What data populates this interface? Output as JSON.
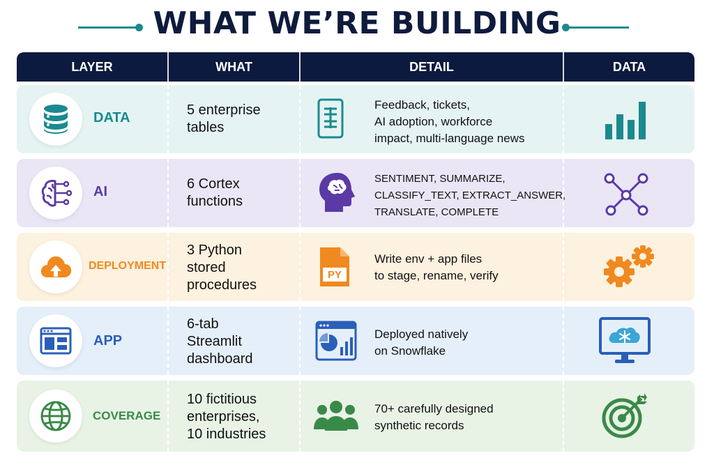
{
  "title": "WHAT WE’RE BUILDING",
  "colors": {
    "navy": "#0b1a3e",
    "teal": "#1a8a8f",
    "purple": "#5b3aa5",
    "orange": "#f0891f",
    "blue": "#2a5fb8",
    "green": "#3a8a47"
  },
  "table": {
    "headers": [
      "LAYER",
      "WHAT",
      "DETAIL",
      "DATA"
    ],
    "rows": [
      {
        "layer": "DATA",
        "layer_icon": "database-icon",
        "what_lines": [
          "5 enterprise",
          "tables"
        ],
        "detail_icon": "spreadsheet-document-icon",
        "detail_lines": [
          "Feedback, tickets,",
          "AI adoption, workforce",
          "impact, multi-language news"
        ],
        "data_icon": "bar-chart-icon"
      },
      {
        "layer": "AI",
        "layer_icon": "brain-circuit-icon",
        "what_lines": [
          "6 Cortex",
          "functions"
        ],
        "detail_icon": "head-brain-icon",
        "detail_lines": [
          "SENTIMENT, SUMMARIZE,",
          "CLASSIFY_TEXT, EXTRACT_ANSWER,",
          "TRANSLATE, COMPLETE"
        ],
        "data_icon": "network-nodes-icon"
      },
      {
        "layer": "DEPLOYMENT",
        "layer_icon": "cloud-upload-icon",
        "what_lines": [
          "3 Python",
          "stored",
          "procedures"
        ],
        "detail_icon": "python-file-icon",
        "detail_file_tag": "PY",
        "detail_lines": [
          "Write env + app files",
          "to stage, rename, verify"
        ],
        "data_icon": "gears-icon"
      },
      {
        "layer": "APP",
        "layer_icon": "app-window-icon",
        "what_lines": [
          "6-tab",
          "Streamlit",
          "dashboard"
        ],
        "detail_icon": "dashboard-window-icon",
        "detail_lines": [
          "Deployed natively",
          "on Snowflake"
        ],
        "data_icon": "snowflake-monitor-icon"
      },
      {
        "layer": "COVERAGE",
        "layer_icon": "globe-icon",
        "what_lines": [
          "10 fictitious",
          "enterprises,",
          "10 industries"
        ],
        "detail_icon": "people-group-icon",
        "detail_lines": [
          "70+ carefully designed",
          "synthetic records"
        ],
        "data_icon": "target-icon"
      }
    ]
  }
}
